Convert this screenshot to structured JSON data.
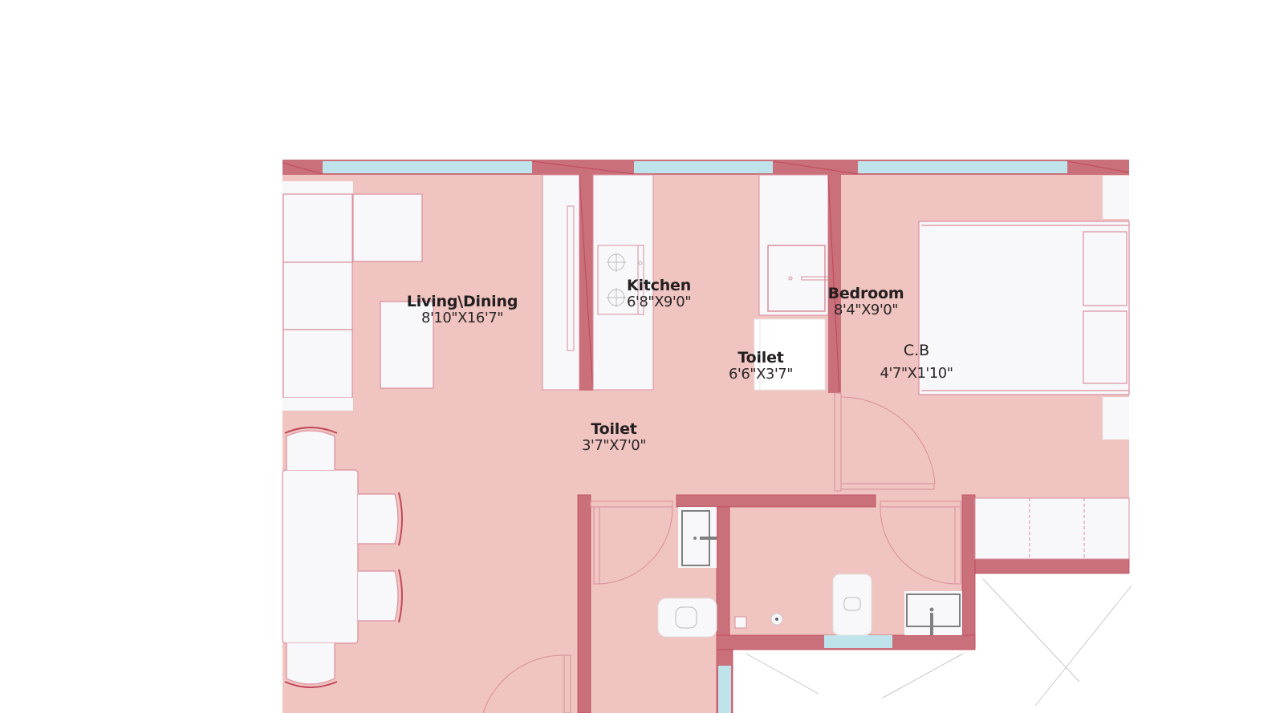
{
  "plan": {
    "colors": {
      "floor": "#f0c4c0",
      "wall": "#c9707a",
      "wall_line": "#c0475a",
      "window": "#bfe3ea",
      "furniture": "#f8f8fa",
      "furniture_line": "#d98e9e",
      "fixture": "#7f7f7f",
      "background": "#ffffff",
      "text": "#231f20"
    },
    "rooms": [
      {
        "name": "Living\\Dining",
        "dimensions": "8'10\"X16'7\""
      },
      {
        "name": "Kitchen",
        "dimensions": "6'8\"X9'0\""
      },
      {
        "name": "Bedroom",
        "dimensions": "8'4\"X9'0\""
      },
      {
        "name": "Toilet",
        "dimensions": "6'6\"X3'7\""
      },
      {
        "name": "C.B",
        "dimensions": "4'7\"X1'10\""
      },
      {
        "name": "Toilet",
        "dimensions": "3'7\"X7'0\""
      }
    ]
  }
}
